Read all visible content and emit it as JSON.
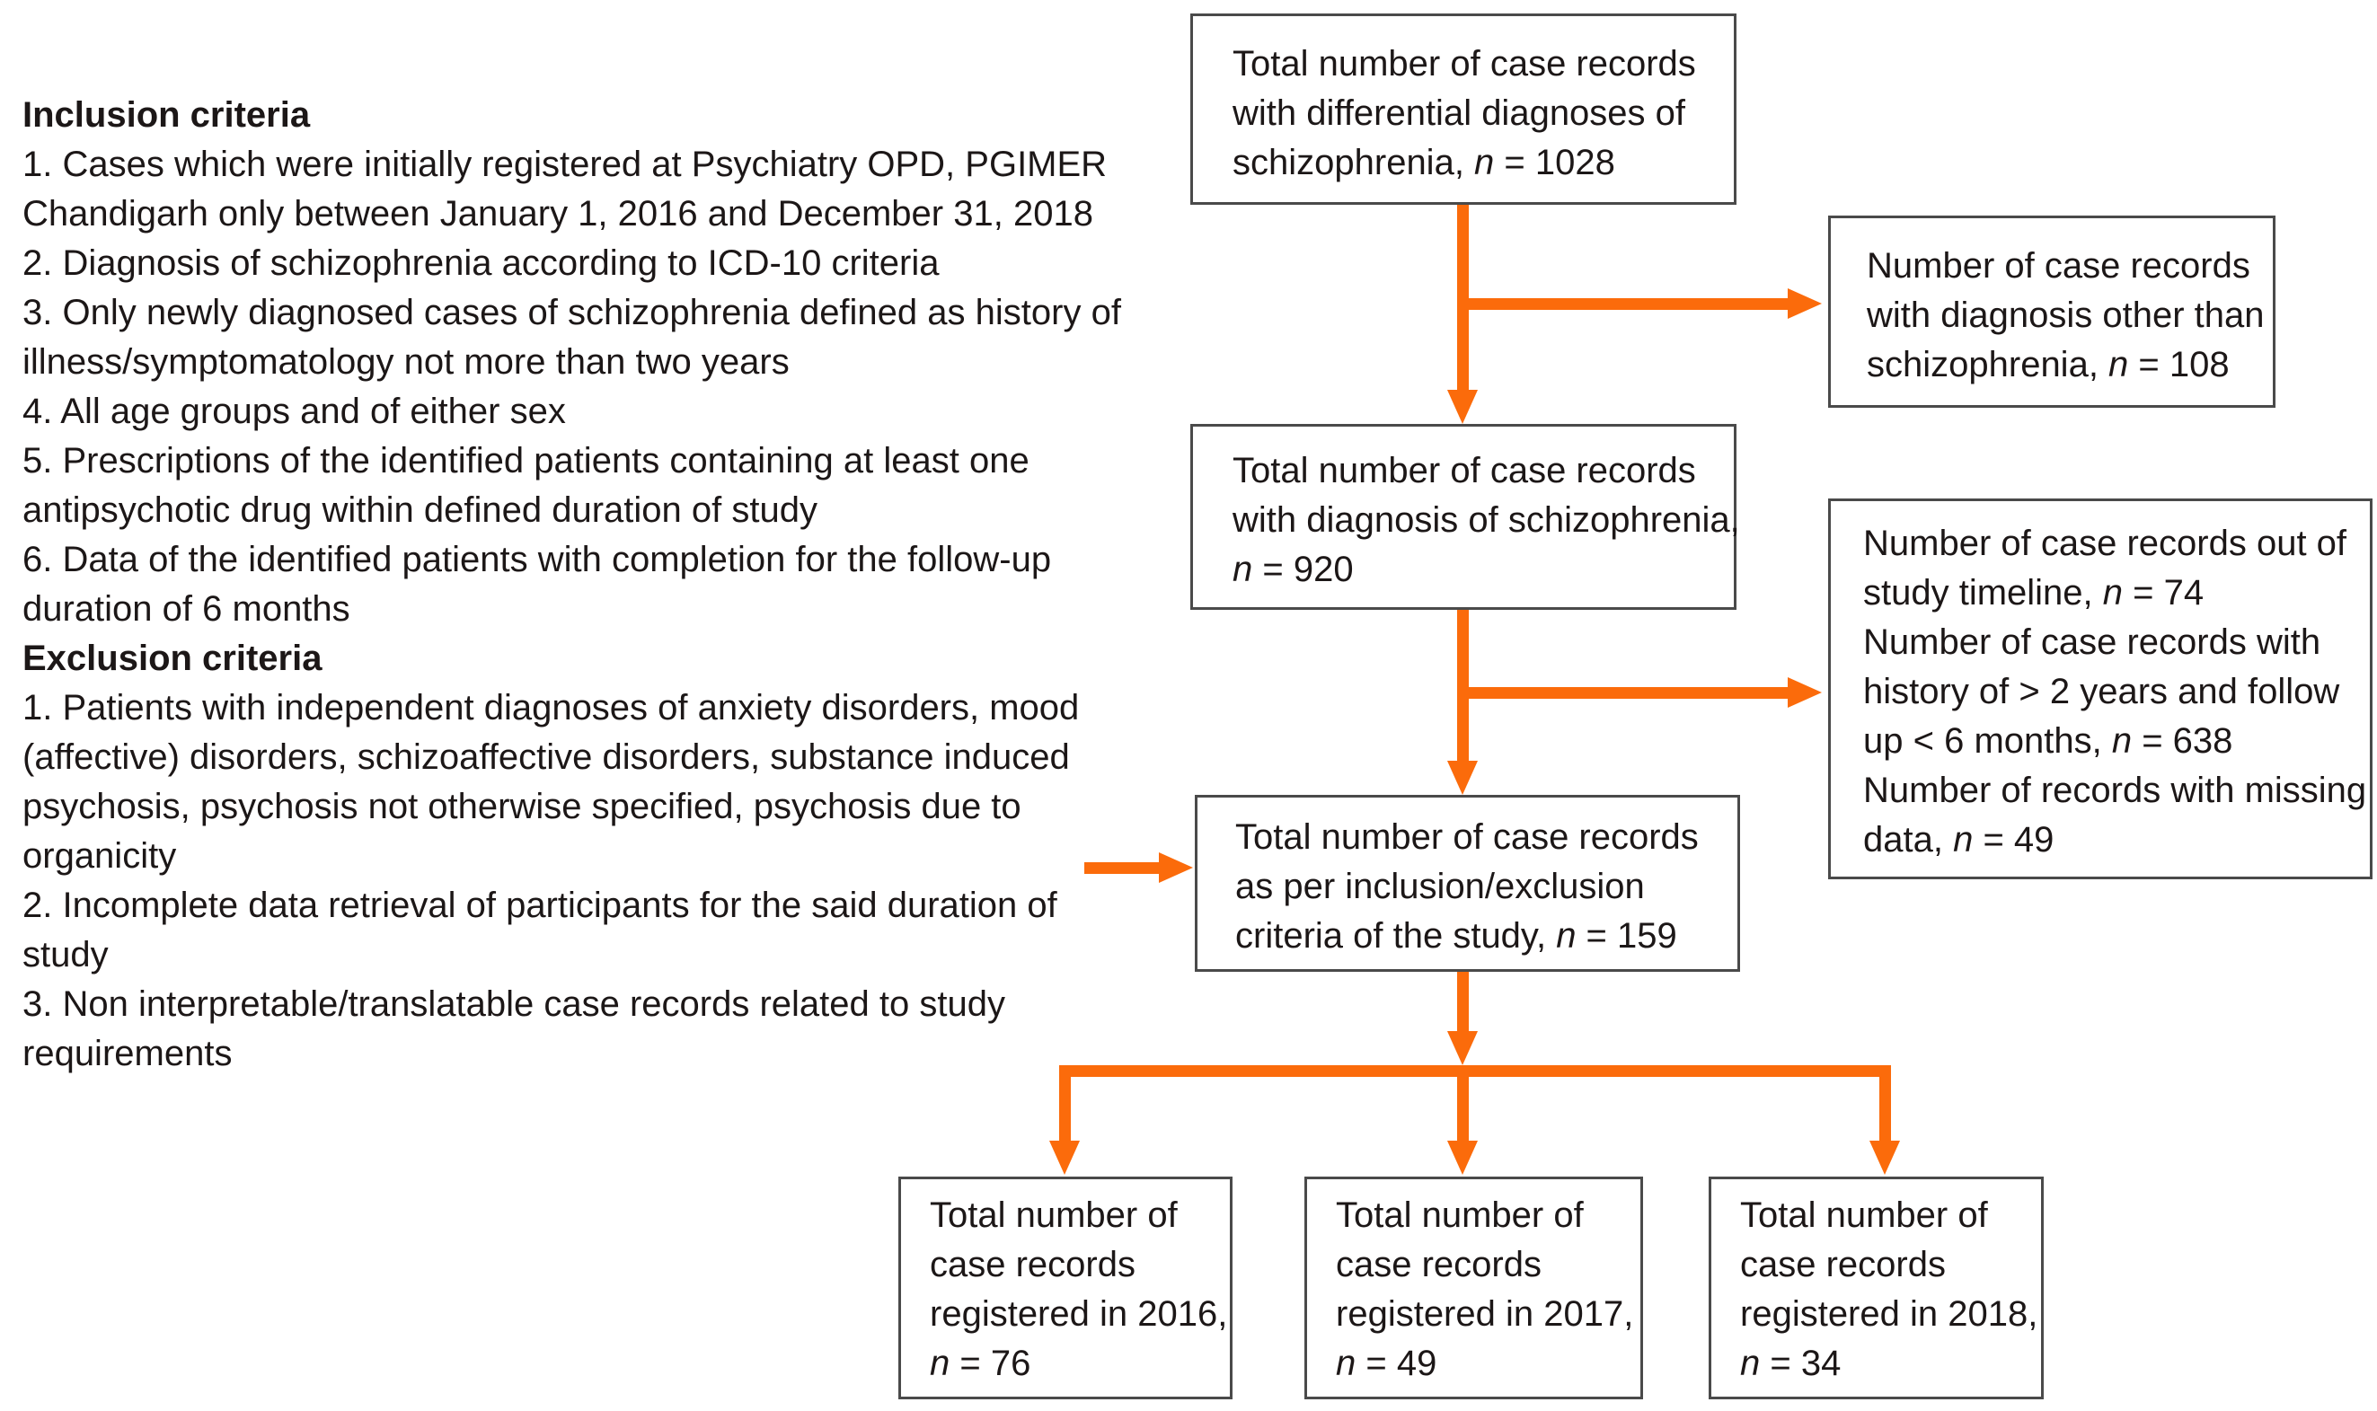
{
  "figure": {
    "type": "study-flow-diagram",
    "colors": {
      "accent": "#FB6B0B",
      "box_border": "#4A4A4A",
      "text": "#1C1717"
    },
    "criteria_panel": {
      "inclusion": {
        "heading": "Inclusion criteria",
        "lines": [
          "1. Cases which were initially registered at Psychiatry OPD, PGIMER",
          "Chandigarh only between January 1, 2016 and December 31, 2018",
          "2. Diagnosis of schizophrenia according to ICD-10 criteria",
          "3. Only newly diagnosed cases of schizophrenia defined as history of",
          "illness/symptomatology not more than two years",
          "4. All age groups and of either sex",
          "5. Prescriptions of the identified patients containing at least one",
          "antipsychotic drug within defined duration of study",
          "6. Data of the identified patients with completion for the follow-up",
          "duration of 6 months"
        ]
      },
      "exclusion": {
        "heading": "Exclusion criteria",
        "lines": [
          "1. Patients with independent diagnoses of anxiety disorders, mood",
          "(affective) disorders, schizoaffective disorders, substance induced",
          "psychosis, psychosis not otherwise specified, psychosis due to",
          "organicity",
          "2. Incomplete data retrieval of participants for the said duration of",
          "study",
          "3. Non interpretable/translatable case records related to study",
          "requirements"
        ]
      }
    },
    "flowchart": {
      "boxes": {
        "differential": {
          "lines": [
            "Total number of case records",
            "with differential diagnoses of",
            "schizophrenia, n = 1028"
          ]
        },
        "other_diagnosis": {
          "lines": [
            "Number of case records",
            "with diagnosis other than",
            "schizophrenia, n = 108"
          ]
        },
        "schizophrenia": {
          "lines": [
            "Total number of case records",
            "with diagnosis of schizophrenia,",
            "n = 920"
          ]
        },
        "excluded": {
          "lines": [
            "Number of case records out of",
            "study timeline, n = 74",
            "Number of case records with",
            "history of > 2 years and follow",
            "up < 6 months, n = 638",
            "Number of records with missing",
            "data, n = 49"
          ]
        },
        "inclusion_exclusion": {
          "lines": [
            "Total number of case records",
            "as per inclusion/exclusion",
            "criteria of the study, n = 159"
          ]
        },
        "year_2016": {
          "lines": [
            "Total number of",
            "case records",
            "registered in 2016,",
            "n = 76"
          ]
        },
        "year_2017": {
          "lines": [
            "Total number of",
            "case records",
            "registered in 2017,",
            "n = 49"
          ]
        },
        "year_2018": {
          "lines": [
            "Total number of",
            "case records",
            "registered in 2018,",
            "n = 34"
          ]
        }
      }
    }
  }
}
